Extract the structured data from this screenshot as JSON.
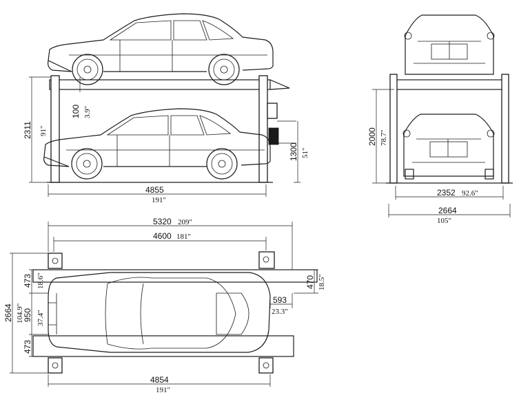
{
  "side_view": {
    "overall_length_mm": "4855",
    "overall_length_in": "191\"",
    "overall_height_mm": "2311",
    "overall_height_in": "91\"",
    "platform_thickness_mm": "100",
    "platform_thickness_in": "3.9\"",
    "lift_height_mm": "1300",
    "lift_height_in": "51\""
  },
  "front_view": {
    "height_mm": "2000",
    "height_in": "78.7\"",
    "inner_width_mm": "2352",
    "inner_width_in": "92.6\"",
    "outer_width_mm": "2664",
    "outer_width_in": "105\""
  },
  "top_view": {
    "total_length_mm": "5320",
    "total_length_in": "209\"",
    "post_spacing_mm": "4600",
    "post_spacing_in": "181\"",
    "base_length_mm": "4854",
    "base_length_in": "191\"",
    "total_width_mm": "2664",
    "total_width_in": "104.9\"",
    "left_runway_mm": "473",
    "left_runway_in": "18.6\"",
    "gap_mm": "950",
    "gap_in": "37.4\"",
    "bottom_runway_mm": "473",
    "right_runway_mm": "470",
    "right_runway_in": "18.5\"",
    "offset_mm": "593",
    "offset_in": "23.3\""
  }
}
